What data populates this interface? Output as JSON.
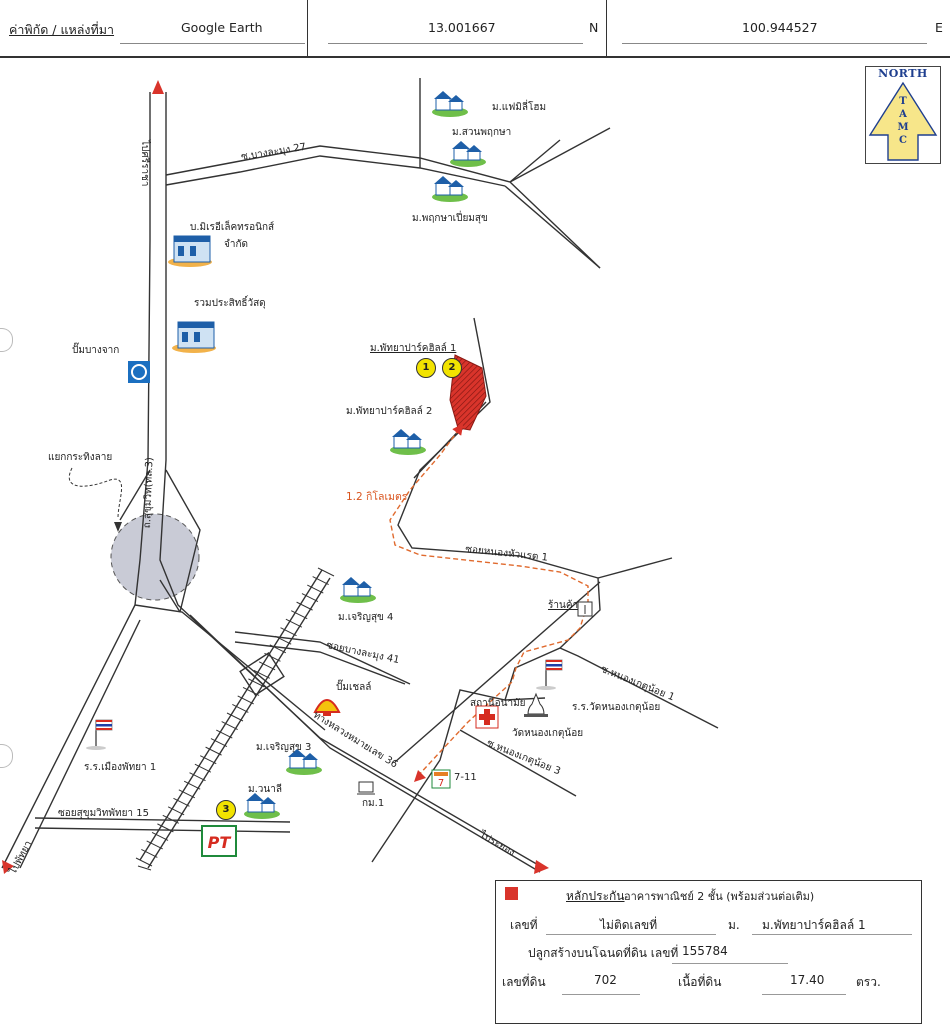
{
  "header": {
    "coord_label": "ค่าพิกัด / แหล่งที่มา",
    "source": "Google Earth",
    "latitude": "13.001667",
    "lat_dir": "N",
    "longitude": "100.944527",
    "lon_dir": "E"
  },
  "compass": {
    "title": "NORTH",
    "letters": [
      "T",
      "A",
      "M",
      "C"
    ]
  },
  "roads": {
    "road_top": "ซ.บางละมุง 27",
    "to_sriracha": "ไปศรีราชา",
    "to_pattaya": "ไปพัทยา",
    "sukhumvit3": "ถ.สุขุมวิท(ทล.3)",
    "soi_nong_hua_raet": "ซอยหนองหัวแรต 1",
    "soi_bang_lamung_41": "ซอยบางละมุง 41",
    "hwy36": "ทางหลวงหมายเลข 36",
    "to_rayong": "ไประยอง",
    "soi_nong_ket_noi_1": "ซ.หนองเกตุน้อย 1",
    "soi_nong_ket_noi_3": "ซ.หนองเกตุน้อย 3",
    "soi_sukhumvit_pattaya_15": "ซอยสุขุมวิทพัทยา 15"
  },
  "places": {
    "family_home": "ม.แฟมิลี่โฮม",
    "suan_pruksa": "ม.สวนพฤกษา",
    "pruksa_piamsuk": "ม.พฤกษาเปี่ยมสุข",
    "micro_electronics_1": "บ.มิเรอีเล็คทรอนิกส์",
    "micro_electronics_2": "จำกัด",
    "ruam_prasit": "รวมประสิทธิ์วัสดุ",
    "bangchak": "ปั๊มบางจาก",
    "kra_ting_lai": "แยกกระทิงลาย",
    "pattaya_park_hill_1": "ม.พัทยาปาร์คฮิลล์ 1",
    "pattaya_park_hill_2": "ม.พัทยาปาร์คฮิลล์ 2",
    "distance": "1.2 กิโลเมตร",
    "shop": "ร้านค้า",
    "charoensuk_4": "ม.เจริญสุข 4",
    "shell": "ปั๊มเชลล์",
    "health_center": "สถานีอนามัย",
    "school_wat": "ร.ร.วัดหนองเกตุน้อย",
    "wat": "วัดหนองเกตุน้อย",
    "charoensuk_3": "ม.เจริญสุข 3",
    "wanalee": "ม.วนาลี",
    "km1": "กม.1",
    "seven_eleven": "7-11",
    "school_muang_pattaya": "ร.ร.เมืองพัทยา 1"
  },
  "markers": [
    "1",
    "2",
    "3"
  ],
  "legend": {
    "collateral": "หลักประกัน",
    "building": "อาคารพาณิชย์ 2 ชั้น (พร้อมส่วนต่อเติม)",
    "no_label": "เลขที่",
    "no_value": "ไม่ติดเลขที่",
    "village_label": "ม.",
    "village_value": "ม.พัทยาปาร์คฮิลล์ 1",
    "deed_text": "ปลูกสร้างบนโฉนดที่ดิน เลขที่",
    "deed_no": "155784",
    "land_no_label": "เลขที่ดิน",
    "land_no_value": "702",
    "area_label": "เนื้อที่ดิน",
    "area_value": "17.40",
    "area_unit": "ตรว."
  },
  "colors": {
    "collateral": "#d9342b",
    "marker": "#f2e300",
    "route": "#e06a2e",
    "bangchak": "#1b6fc0",
    "compass_arrow": "#f7e68a"
  }
}
